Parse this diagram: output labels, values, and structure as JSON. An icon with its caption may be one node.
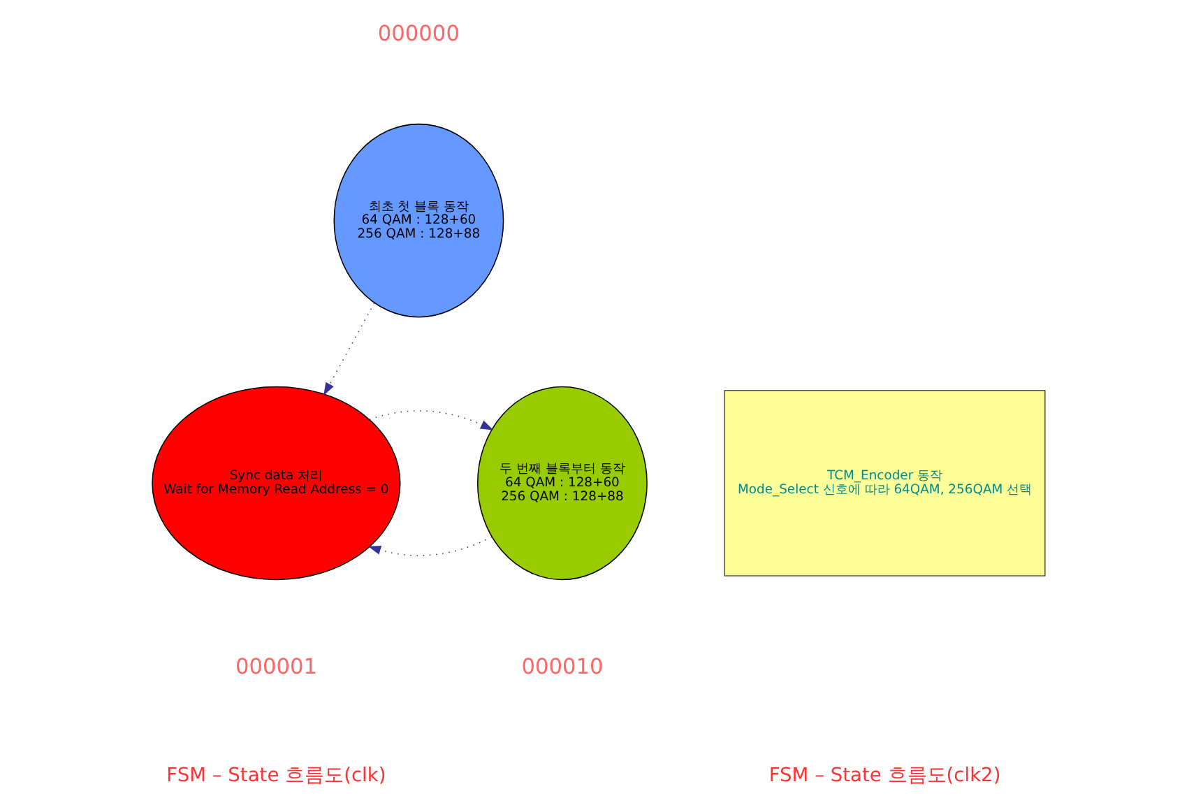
{
  "diagram": {
    "nodes": [
      {
        "text": [
          "최초 첫 블록 동작",
          "64 QAM : 128+60",
          "256 QAM : 128+88"
        ],
        "beside": [
          "000000"
        ]
      },
      {
        "text": [
          "Sync data 처리",
          "Wait for Memory Read Address = 0"
        ],
        "beside": [
          "000001"
        ]
      },
      {
        "text": [
          "두 번째 블록부터 동작",
          "64 QAM : 128+60",
          "256 QAM : 128+88"
        ],
        "beside": [
          "000010"
        ]
      },
      {
        "text": [
          "TCM_Encoder 동작",
          "Mode_Select 신호에 따라 64QAM, 256QAM 선택"
        ]
      }
    ],
    "edges": [
      {
        "from": 0,
        "to": 1,
        "arrow": "to",
        "style": "dashed"
      },
      {
        "from": 2,
        "to": 1,
        "arrow": "to",
        "style": "dashed"
      },
      {
        "from": 1,
        "to": 2,
        "arrow": "to",
        "style": "dashed"
      }
    ],
    "labels": [
      "FSM – State 흐름도(clk)",
      "FSM – State 흐름도(clk2)"
    ]
  }
}
